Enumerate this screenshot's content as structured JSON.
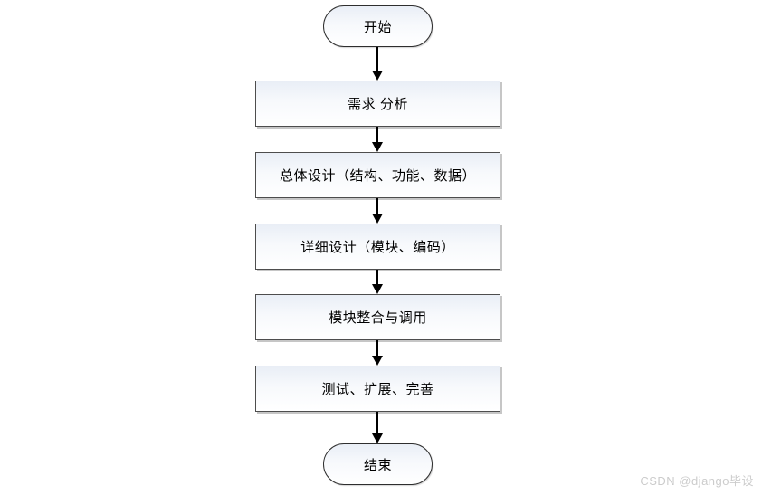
{
  "flowchart": {
    "type": "vertical-process-flow",
    "start_label": "开始",
    "steps": [
      {
        "label": "需求 分析"
      },
      {
        "label": "总体设计（结构、功能、数据）"
      },
      {
        "label": "详细设计（模块、编码）"
      },
      {
        "label": "模块整合与调用"
      },
      {
        "label": "测试、扩展、完善"
      }
    ],
    "end_label": "结束",
    "connector": "straight-down-arrow"
  },
  "watermark": {
    "text": "CSDN @django毕设"
  },
  "colors": {
    "background": "#ffffff",
    "node_fill_top": "#e9eef6",
    "node_fill_bottom": "#ffffff",
    "process_border": "#4d4d4d",
    "terminal_border": "#2e2e2e",
    "arrow": "#000000",
    "text": "#000000",
    "watermark_text": "#cccccc"
  }
}
